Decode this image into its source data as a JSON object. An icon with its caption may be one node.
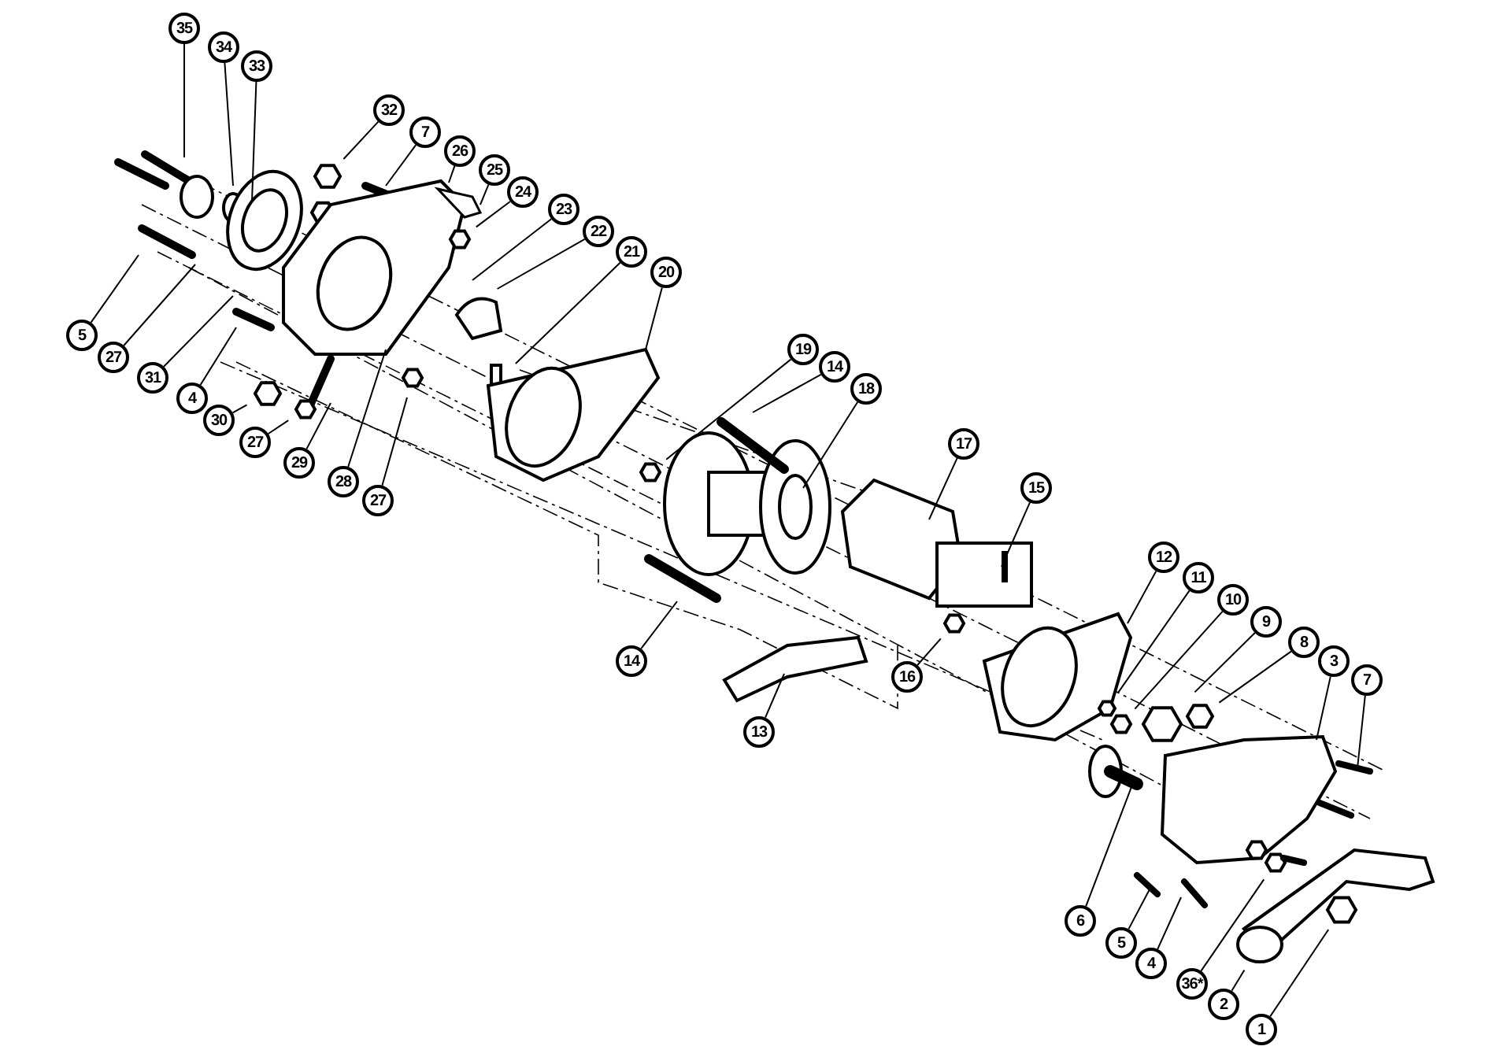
{
  "diagram": {
    "nodes": [
      {
        "text": [
          "35"
        ]
      },
      {
        "text": [
          "34"
        ]
      },
      {
        "text": [
          "33"
        ]
      },
      {
        "text": [
          "32"
        ]
      },
      {
        "text": [
          "7"
        ]
      },
      {
        "text": [
          "26"
        ]
      },
      {
        "text": [
          "25"
        ]
      },
      {
        "text": [
          "24"
        ]
      },
      {
        "text": [
          "23"
        ]
      },
      {
        "text": [
          "22"
        ]
      },
      {
        "text": [
          "21"
        ]
      },
      {
        "text": [
          "20"
        ]
      },
      {
        "text": [
          "5"
        ]
      },
      {
        "text": [
          "27"
        ]
      },
      {
        "text": [
          "31"
        ]
      },
      {
        "text": [
          "4"
        ]
      },
      {
        "text": [
          "30"
        ]
      },
      {
        "text": [
          "27"
        ]
      },
      {
        "text": [
          "29"
        ]
      },
      {
        "text": [
          "28"
        ]
      },
      {
        "text": [
          "27"
        ]
      },
      {
        "text": [
          "19"
        ]
      },
      {
        "text": [
          "14"
        ]
      },
      {
        "text": [
          "18"
        ]
      },
      {
        "text": [
          "17"
        ]
      },
      {
        "text": [
          "15"
        ]
      },
      {
        "text": [
          "14"
        ]
      },
      {
        "text": [
          "13"
        ]
      },
      {
        "text": [
          "16"
        ]
      },
      {
        "text": [
          "12"
        ]
      },
      {
        "text": [
          "11"
        ]
      },
      {
        "text": [
          "10"
        ]
      },
      {
        "text": [
          "9"
        ]
      },
      {
        "text": [
          "8"
        ]
      },
      {
        "text": [
          "3"
        ]
      },
      {
        "text": [
          "7"
        ]
      },
      {
        "text": [
          "6"
        ]
      },
      {
        "text": [
          "5"
        ]
      },
      {
        "text": [
          "4"
        ]
      },
      {
        "text": [
          "36*"
        ]
      },
      {
        "text": [
          "2"
        ]
      },
      {
        "text": [
          "1"
        ]
      }
    ],
    "edges": [
      {
        "from": 0,
        "to": null,
        "arrow": "none"
      },
      {
        "from": 1,
        "to": null,
        "arrow": "none"
      },
      {
        "from": 2,
        "to": null,
        "arrow": "none"
      },
      {
        "from": 3,
        "to": null,
        "arrow": "none"
      },
      {
        "from": 4,
        "to": null,
        "arrow": "none"
      },
      {
        "from": 5,
        "to": null,
        "arrow": "none"
      },
      {
        "from": 6,
        "to": null,
        "arrow": "none"
      },
      {
        "from": 7,
        "to": null,
        "arrow": "none"
      },
      {
        "from": 8,
        "to": null,
        "arrow": "none"
      },
      {
        "from": 9,
        "to": null,
        "arrow": "none"
      },
      {
        "from": 10,
        "to": null,
        "arrow": "none"
      },
      {
        "from": 11,
        "to": null,
        "arrow": "none"
      },
      {
        "from": 12,
        "to": null,
        "arrow": "none"
      },
      {
        "from": 13,
        "to": null,
        "arrow": "none"
      },
      {
        "from": 14,
        "to": null,
        "arrow": "none"
      },
      {
        "from": 15,
        "to": null,
        "arrow": "none"
      },
      {
        "from": 16,
        "to": null,
        "arrow": "none"
      },
      {
        "from": 17,
        "to": null,
        "arrow": "none"
      },
      {
        "from": 18,
        "to": null,
        "arrow": "none"
      },
      {
        "from": 19,
        "to": null,
        "arrow": "none"
      },
      {
        "from": 20,
        "to": null,
        "arrow": "none"
      },
      {
        "from": 21,
        "to": null,
        "arrow": "none"
      },
      {
        "from": 22,
        "to": null,
        "arrow": "none"
      },
      {
        "from": 23,
        "to": null,
        "arrow": "none"
      },
      {
        "from": 24,
        "to": null,
        "arrow": "none"
      },
      {
        "from": 25,
        "to": null,
        "arrow": "none"
      },
      {
        "from": 26,
        "to": null,
        "arrow": "none"
      },
      {
        "from": 27,
        "to": null,
        "arrow": "none"
      },
      {
        "from": 28,
        "to": null,
        "arrow": "none"
      },
      {
        "from": 29,
        "to": null,
        "arrow": "none"
      },
      {
        "from": 30,
        "to": null,
        "arrow": "none"
      },
      {
        "from": 31,
        "to": null,
        "arrow": "none"
      },
      {
        "from": 32,
        "to": null,
        "arrow": "none"
      },
      {
        "from": 33,
        "to": null,
        "arrow": "none"
      },
      {
        "from": 34,
        "to": null,
        "arrow": "none"
      },
      {
        "from": 35,
        "to": null,
        "arrow": "none"
      },
      {
        "from": 36,
        "to": null,
        "arrow": "none"
      },
      {
        "from": 37,
        "to": null,
        "arrow": "none"
      },
      {
        "from": 38,
        "to": null,
        "arrow": "none"
      },
      {
        "from": 39,
        "to": null,
        "arrow": "none"
      },
      {
        "from": 40,
        "to": null,
        "arrow": "none"
      },
      {
        "from": 41,
        "to": null,
        "arrow": "none"
      }
    ]
  }
}
